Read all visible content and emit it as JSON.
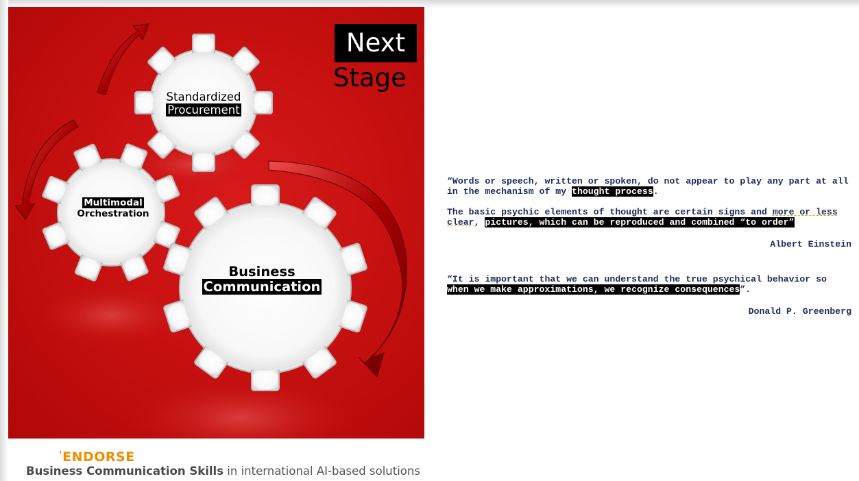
{
  "slide": {
    "stage": {
      "line1": "Next",
      "line2": "Stage"
    },
    "gears": {
      "top": {
        "line1": "Standardized",
        "line2": "Procurement"
      },
      "left": {
        "line1": "Multimodal",
        "line2": "Orchestration"
      },
      "big": {
        "line1": "Business",
        "line2": "Communication"
      }
    },
    "quote1": {
      "p1_part1": "“Words or speech, written or spoken, do not appear to play any part at all in the mechanism of my ",
      "p1_highlight": "thought process",
      "p1_part2": ".",
      "p2_part1": "The basic psychic elements of thought are certain signs and ",
      "p2_underlined": "more or less clear",
      "p2_part2": ", ",
      "p2_highlight": "pictures, which can be reproduced and combined “to order”",
      "author": "Albert Einstein"
    },
    "quote2": {
      "part1": "“It is important that we can understand the true psychical behavior so ",
      "highlight": "when we make approximations, we recognize consequences",
      "part2": "”.",
      "author": "Donald P. Greenberg"
    },
    "footer": {
      "brand_mark": "'",
      "brand": "ENDORSE",
      "tagline_bold": "Business Communication Skills",
      "tagline_rest": " in international AI-based solutions"
    },
    "colors": {
      "panel": "#c8100f",
      "brand": "#f08c00",
      "quote_text": "#1b2a5e"
    }
  }
}
